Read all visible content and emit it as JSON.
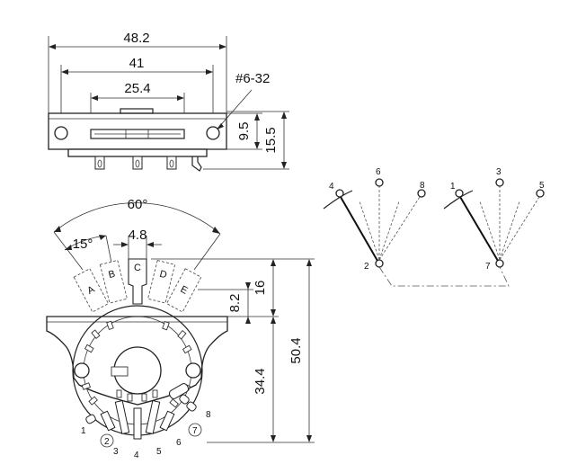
{
  "top_view": {
    "dim_overall": "48.2",
    "dim_mount": "41",
    "dim_slot": "25.4",
    "screw_callout": "#6-32",
    "dim_height_inner": "9.5",
    "dim_height_outer": "15.5"
  },
  "front_view": {
    "angle_total": "60°",
    "angle_step": "15°",
    "dim_tab_width": "4.8",
    "dim_tab_height": "16",
    "dim_offset": "8.2",
    "dim_total_height": "50.4",
    "dim_lower_height": "34.4",
    "positions": [
      "A",
      "B",
      "C",
      "D",
      "E"
    ],
    "terminals": [
      "1",
      "2",
      "3",
      "4",
      "5",
      "6",
      "7",
      "8"
    ]
  },
  "schematic": {
    "left_group": {
      "top_labels": [
        "4",
        "6",
        "8"
      ],
      "common": "2"
    },
    "right_group": {
      "top_labels": [
        "1",
        "3",
        "5"
      ],
      "common": "7"
    }
  },
  "colors": {
    "line": "#222222",
    "background": "#ffffff"
  }
}
